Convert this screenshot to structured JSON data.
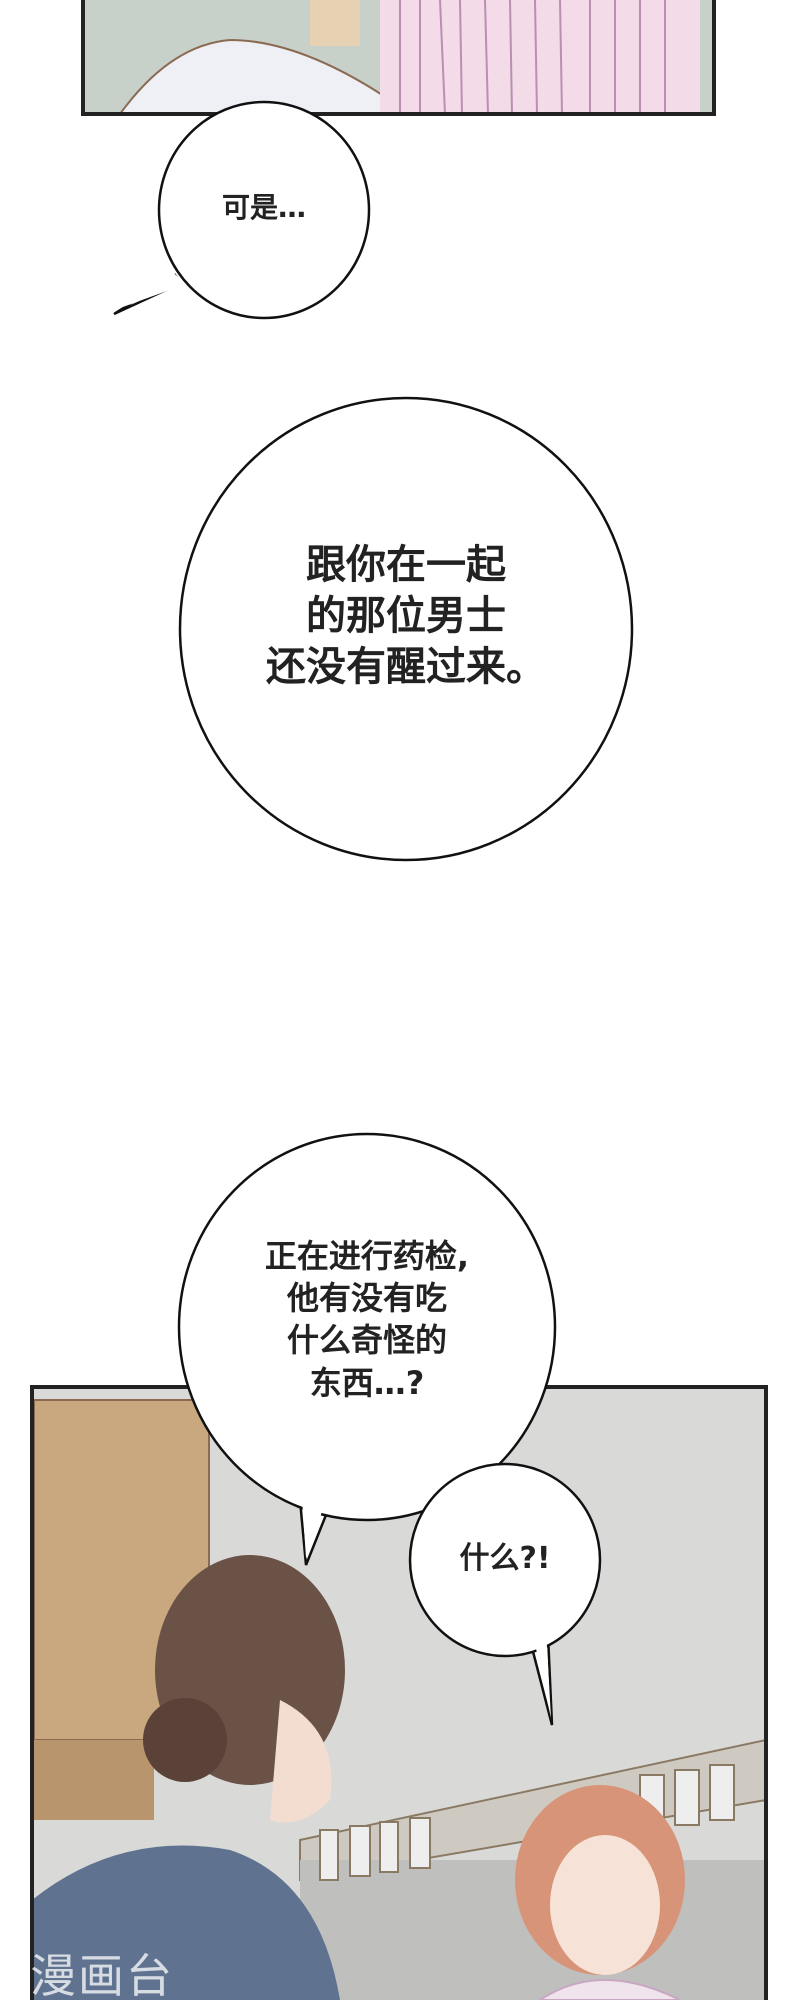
{
  "bubbles": {
    "b1": {
      "lines": [
        "可是…"
      ]
    },
    "b2": {
      "lines": [
        "跟你在一起",
        "的那位男士",
        "还没有醒过来。"
      ]
    },
    "b3": {
      "lines": [
        "正在进行药检,",
        "他有没有吃",
        "什么奇怪的",
        "东西…?"
      ]
    },
    "b4": {
      "lines": [
        "什么?!"
      ]
    }
  },
  "watermark": "漫画台",
  "colors": {
    "panel_border": "#222222",
    "wall": "#d9d9d7",
    "cabinet": "#c9a77f",
    "uniform": "#5f7391",
    "hair_dark": "#6b5247",
    "hair_red": "#d79478",
    "stripe": "#c9a6c4"
  }
}
